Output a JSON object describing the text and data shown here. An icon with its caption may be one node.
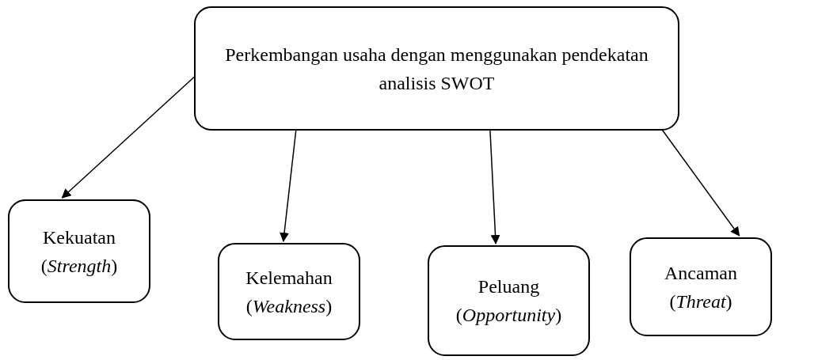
{
  "diagram": {
    "nodes": [
      {
        "text": [
          "Perkembangan usaha dengan menggunakan pendekatan analisis SWOT"
        ]
      },
      {
        "text": [
          "Kekuatan (*Strength*)"
        ]
      },
      {
        "text": [
          "Kelemahan (*Weakness*)"
        ]
      },
      {
        "text": [
          "Peluang (*Opportunity*)"
        ]
      },
      {
        "text": [
          "Ancaman (*Threat*)"
        ]
      }
    ],
    "edges": [
      {
        "from": 0,
        "to": 1,
        "arrow": "to"
      },
      {
        "from": 0,
        "to": 2,
        "arrow": "to"
      },
      {
        "from": 0,
        "to": 3,
        "arrow": "to"
      },
      {
        "from": 0,
        "to": 4,
        "arrow": "to"
      }
    ]
  }
}
